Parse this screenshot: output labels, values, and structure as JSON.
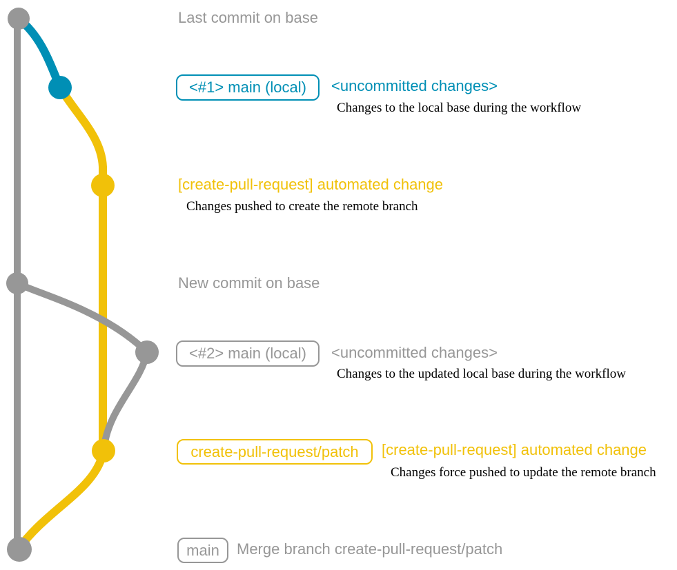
{
  "colors": {
    "gray": "#979797",
    "blue": "#008fb5",
    "yellow": "#f1c109",
    "description_text": "#000000",
    "background": "#ffffff"
  },
  "graph": {
    "type": "git-commit-graph",
    "branches": [
      {
        "name": "main (base)",
        "color": "#979797"
      },
      {
        "name": "main (local)",
        "color": "#008fb5"
      },
      {
        "name": "create-pull-request/patch",
        "color": "#f1c109"
      }
    ],
    "commit_count": 7
  },
  "rows": {
    "row1_note": "Last commit on base",
    "row2": {
      "branch_label": "<#1> main (local)",
      "annotation": "<uncommitted changes>",
      "description": "Changes to the local base during the workflow"
    },
    "row3": {
      "message": "[create-pull-request] automated change",
      "description": "Changes pushed to create the remote branch"
    },
    "row4_note": "New commit on base",
    "row5": {
      "branch_label": "<#2> main (local)",
      "annotation": "<uncommitted changes>",
      "description": "Changes to the updated local base during the workflow"
    },
    "row6": {
      "branch_label": "create-pull-request/patch",
      "message": "[create-pull-request] automated change",
      "description": "Changes force pushed to update the remote branch"
    },
    "row7": {
      "branch_label": "main",
      "message": "Merge branch create-pull-request/patch"
    }
  }
}
